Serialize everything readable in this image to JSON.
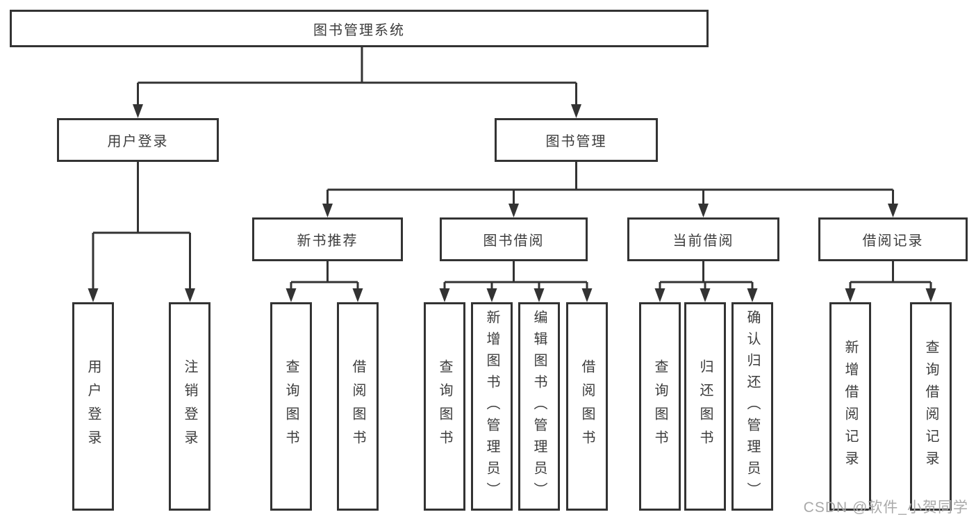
{
  "tree": {
    "root": {
      "label": "图书管理系统",
      "children": [
        {
          "label": "用户登录",
          "children": [
            {
              "label": "用户登录"
            },
            {
              "label": "注销登录"
            }
          ]
        },
        {
          "label": "图书管理",
          "children": [
            {
              "label": "新书推荐",
              "children": [
                {
                  "label": "查询图书"
                },
                {
                  "label": "借阅图书"
                }
              ]
            },
            {
              "label": "图书借阅",
              "children": [
                {
                  "label": "查询图书"
                },
                {
                  "label": "新增图书（管理员）"
                },
                {
                  "label": "编辑图书（管理员）"
                },
                {
                  "label": "借阅图书"
                }
              ]
            },
            {
              "label": "当前借阅",
              "children": [
                {
                  "label": "查询图书"
                },
                {
                  "label": "归还图书"
                },
                {
                  "label": "确认归还（管理员）"
                }
              ]
            },
            {
              "label": "借阅记录",
              "children": [
                {
                  "label": "新增借阅记录"
                },
                {
                  "label": "查询借阅记录"
                }
              ]
            }
          ]
        }
      ]
    }
  },
  "watermark": {
    "text": "CSDN @软件_小贺同学"
  },
  "colors": {
    "line": "#333333",
    "text": "#3c3c3c",
    "watermark": "#a9a9a9",
    "background": "#ffffff"
  }
}
